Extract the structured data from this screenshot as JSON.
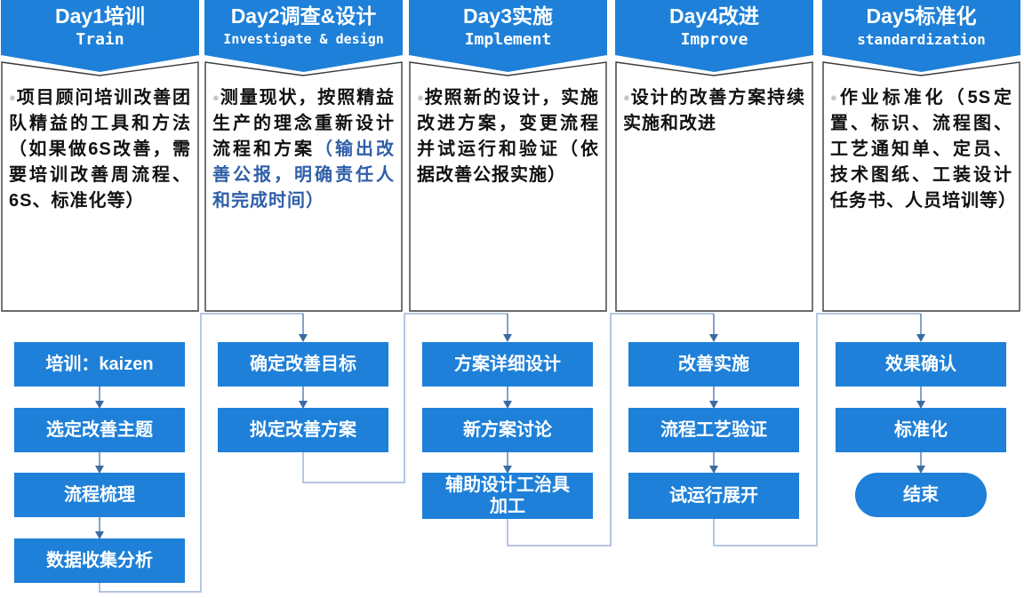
{
  "colors": {
    "banner_blue": "#1E80D8",
    "box_blue": "#1E80D8",
    "box_border": "#3a3a3a",
    "desc_text": "#111111",
    "desc_highlight": "#2F5FA8",
    "bullet": "#c6c6c6",
    "connector_light": "#A9BDDB",
    "connector_dark": "#4E7AB0",
    "arrowhead": "#3C6BA3",
    "text_white": "#ffffff"
  },
  "columns": [
    {
      "header": {
        "line1": "Day1培训",
        "line2": "Train"
      },
      "description": {
        "bullet": "●",
        "main": "项目顾问培训改善团队精益的工具和方法（如果做6S改善，需要培训改善周流程、6S、标准化等）",
        "highlight": ""
      },
      "steps": [
        "培训：kaizen",
        "选定改善主题",
        "流程梳理",
        "数据收集分析"
      ]
    },
    {
      "header": {
        "line1": "Day2调查&设计",
        "line2": "Investigate & design"
      },
      "description": {
        "bullet": "●",
        "main": "测量现状，按照精益生产的理念重新设计流程和方案",
        "highlight": "（输出改善公报，明确责任人和完成时间）"
      },
      "steps": [
        "确定改善目标",
        "拟定改善方案"
      ]
    },
    {
      "header": {
        "line1": "Day3实施",
        "line2": "Implement"
      },
      "description": {
        "bullet": "●",
        "main": "按照新的设计，实施改进方案，变更流程并试运行和验证（依据改善公报实施）",
        "highlight": ""
      },
      "steps": [
        "方案详细设计",
        "新方案讨论",
        "辅助设计工治具加工"
      ]
    },
    {
      "header": {
        "line1": "Day4改进",
        "line2": "Improve"
      },
      "description": {
        "bullet": "●",
        "main": "设计的改善方案持续实施和改进",
        "highlight": ""
      },
      "steps": [
        "改善实施",
        "流程工艺验证",
        "试运行展开"
      ]
    },
    {
      "header": {
        "line1": "Day5标准化",
        "line2": "standardization"
      },
      "description": {
        "bullet": "●",
        "main": "作业标准化（5S定置、标识、流程图、工艺通知单、定员、技术图纸、工装设计任务书、人员培训等）",
        "highlight": ""
      },
      "steps": [
        "效果确认",
        "标准化"
      ],
      "end_label": "结束"
    }
  ]
}
